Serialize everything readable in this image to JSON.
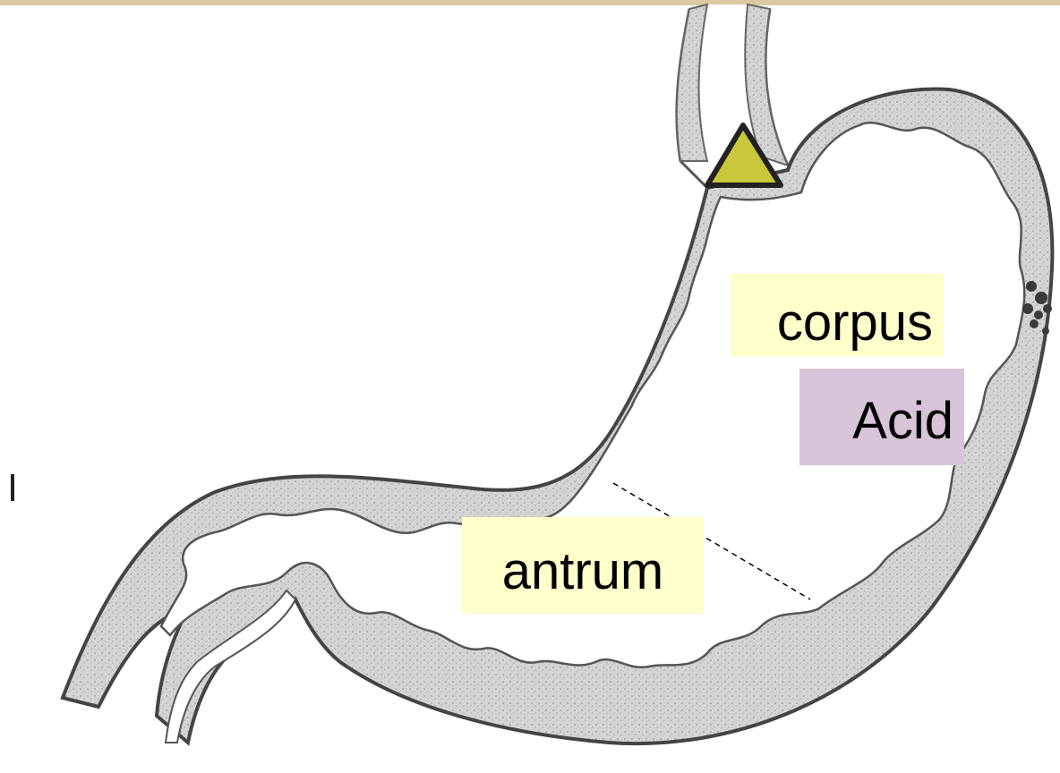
{
  "diagram": {
    "labels": {
      "corpus": "corpus",
      "acid": "Acid",
      "antrum": "antrum"
    },
    "colors": {
      "corpus_bg": "#ffffcc",
      "acid_bg": "#d8c4d8",
      "antrum_bg": "#ffffcc",
      "marker_fill": "#c8c83a",
      "wall_fill": "#d2d2d2",
      "wall_stroke": "#555555",
      "top_bar": "#d9c9a4"
    },
    "icons": {
      "marker": "triangle-marker-icon"
    }
  }
}
